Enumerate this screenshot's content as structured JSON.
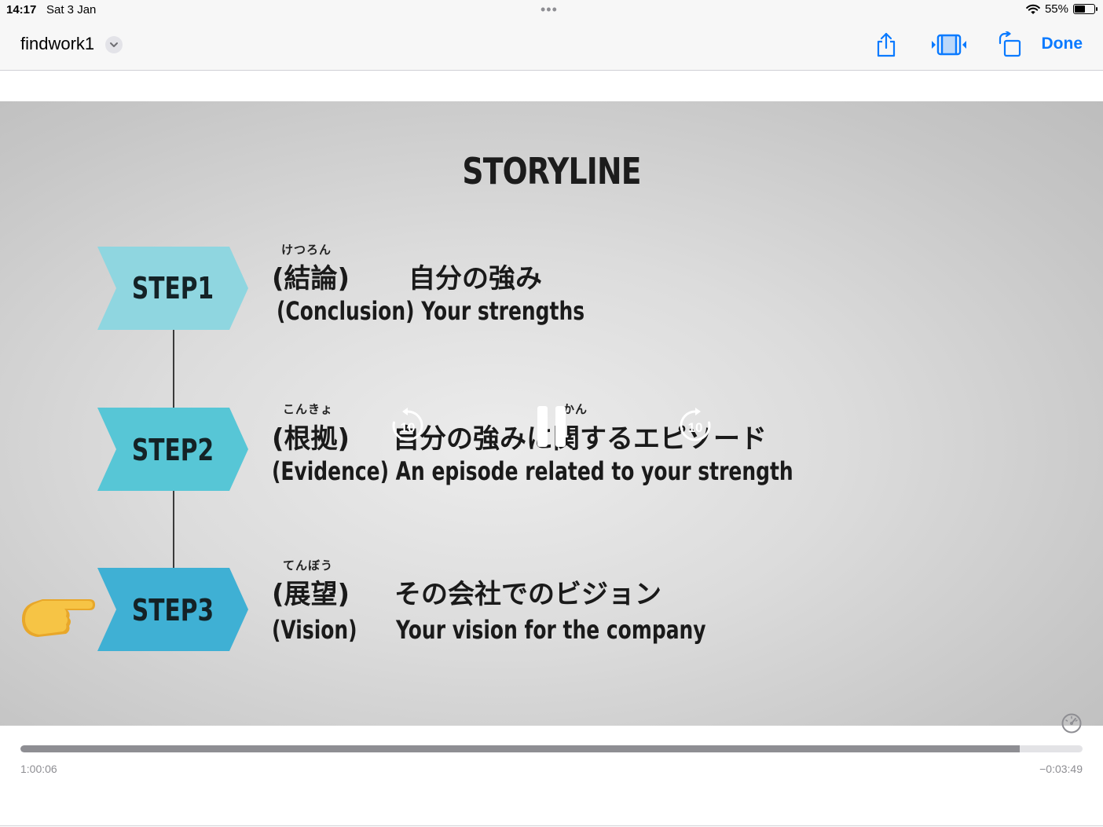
{
  "status_bar": {
    "time": "14:17",
    "date": "Sat 3 Jan",
    "battery_text": "55%",
    "battery_level": 0.55
  },
  "toolbar": {
    "title": "findwork1",
    "done_label": "Done",
    "icons": [
      "chevron-down-icon",
      "share-icon",
      "trim-icon",
      "rotate-icon"
    ],
    "accent_color": "#0a7aff"
  },
  "video": {
    "slide_title": "STORYLINE",
    "steps": [
      {
        "label": "STEP1",
        "color": "#8fd6e0",
        "ruby": "けつろん",
        "jp_term": "(結論)",
        "jp_text": "自分の強み",
        "en_text": "(Conclusion) Your strengths"
      },
      {
        "label": "STEP2",
        "color": "#57c6d6",
        "ruby": "こんきょ",
        "ruby2": "かん",
        "jp_term": "(根拠)",
        "jp_text": "自分の強みに関するエピソード",
        "en_text": "(Evidence) An episode related to your strength"
      },
      {
        "label": "STEP3",
        "color": "#3fb0d4",
        "ruby": "てんぼう",
        "jp_term": "(展望)",
        "jp_text": "その会社でのビジョン",
        "en_term": "(Vision)",
        "en_text": "Your vision for the company"
      }
    ],
    "controls": {
      "skip_back_label": "10",
      "skip_forward_label": "10",
      "state": "playing"
    }
  },
  "scrubber": {
    "elapsed": "1:00:06",
    "remaining": "−0:03:49",
    "progress": 0.941
  }
}
